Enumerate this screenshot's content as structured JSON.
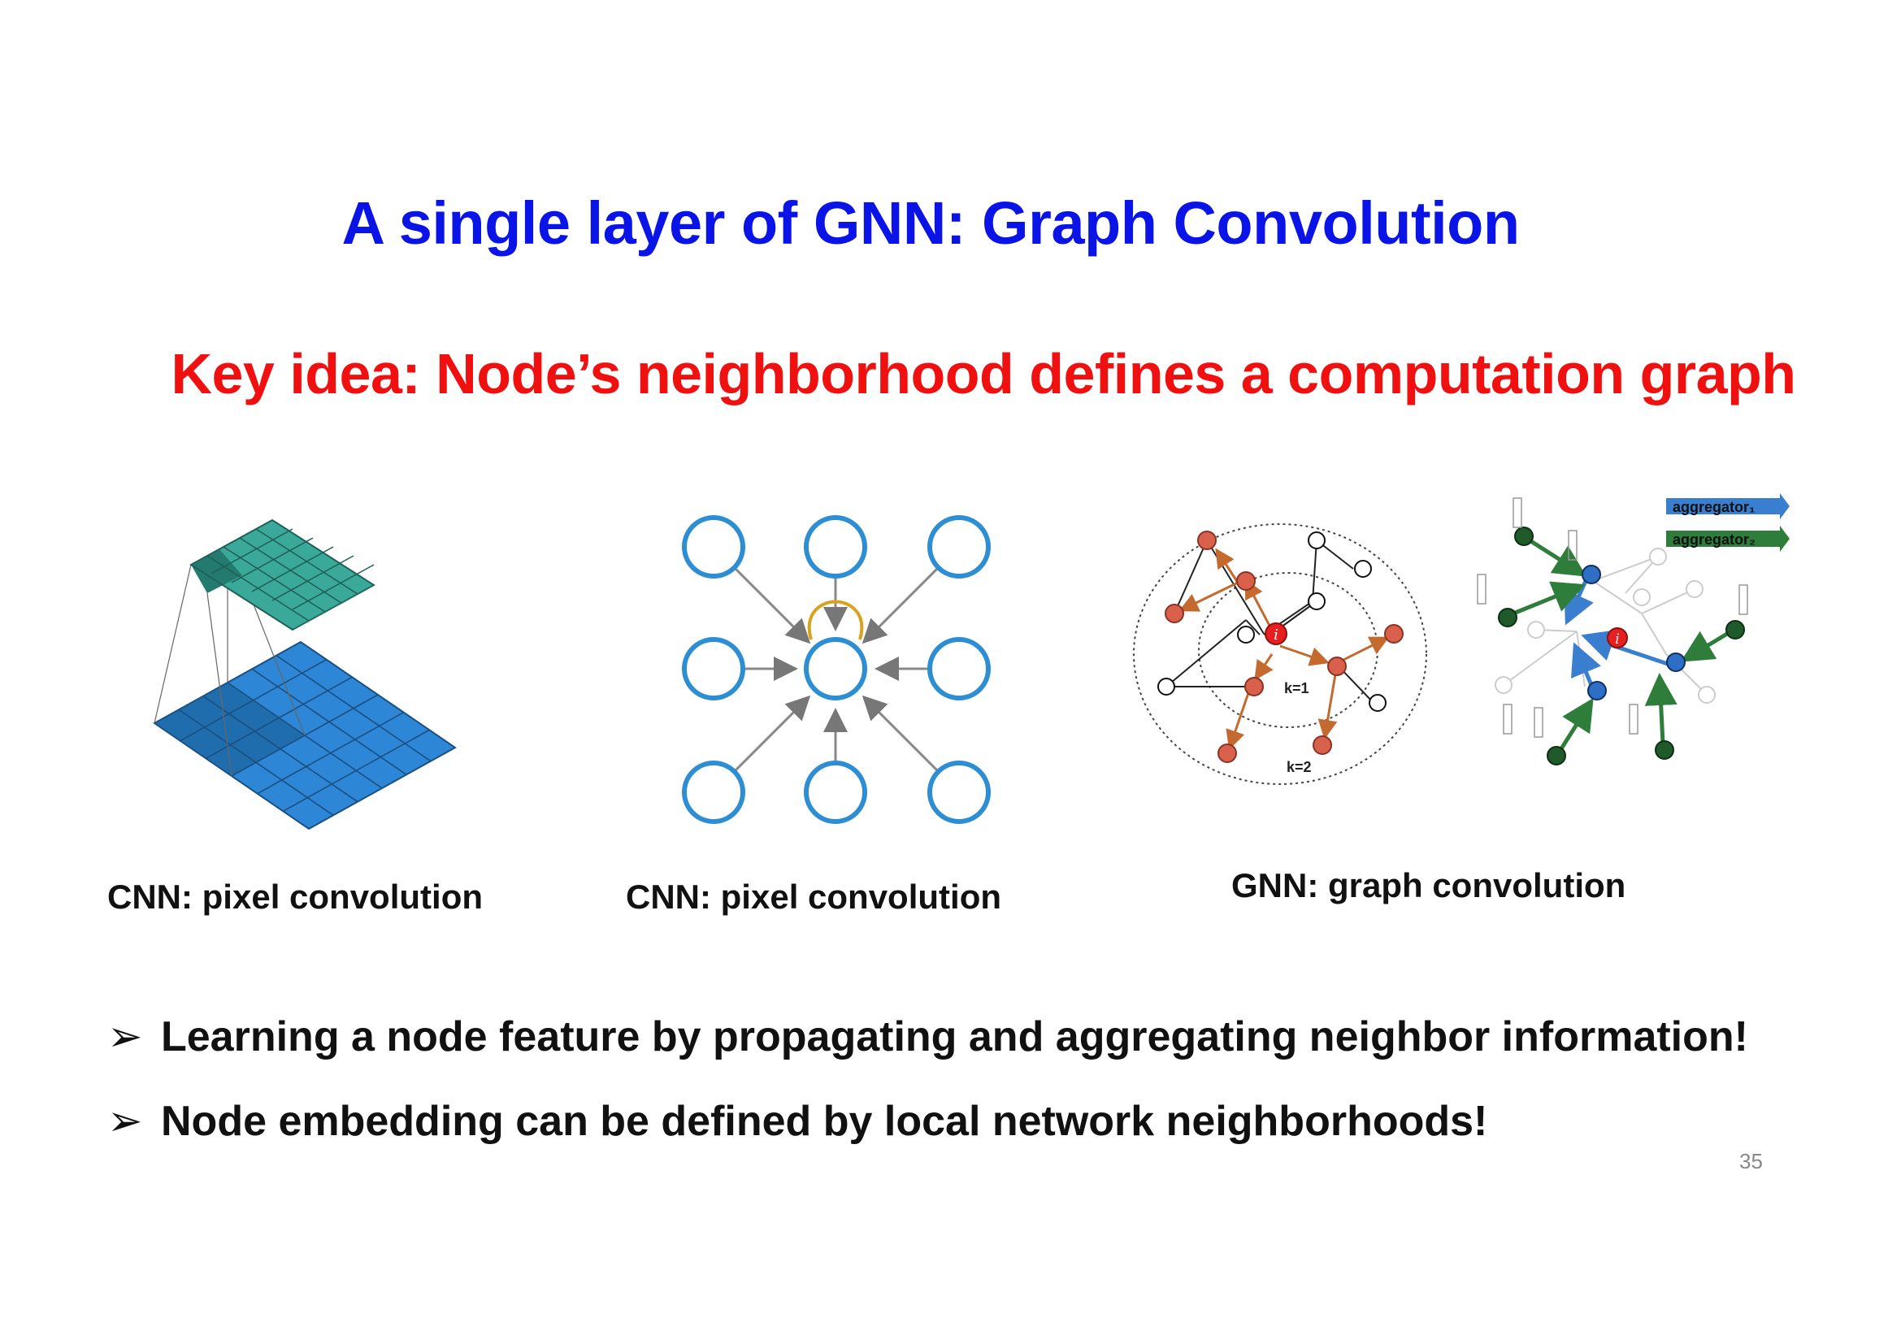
{
  "title": "A single layer of GNN: Graph Convolution",
  "subtitle": "Key idea: Node’s neighborhood defines a computation graph",
  "figures": {
    "gnn": {
      "k1_label": "k=1",
      "k2_label": "k=2",
      "center_label": "i",
      "aggregator1": "aggregator₁",
      "aggregator2": "aggregator₂"
    }
  },
  "captions": {
    "cnn1": "CNN: pixel convolution",
    "cnn2": "CNN: pixel convolution",
    "gnn": "GNN: graph convolution"
  },
  "bullets": [
    "Learning a node feature by propagating and aggregating neighbor information!",
    "Node embedding can be defined by local network neighborhoods!"
  ],
  "bullet_marker": "➢",
  "page_number": "35",
  "colors": {
    "title": "#0a14e6",
    "subtitle": "#f01010",
    "grid_top": "#3aa99a",
    "grid_bottom": "#2e86d6",
    "pixel_node": "#2d8ed3",
    "self_loop": "#d9a21c",
    "graph_red_node": "#d9604b",
    "graph_center": "#e81f1f",
    "agg1": "#3a7fcf",
    "agg2": "#2e7d3a"
  }
}
